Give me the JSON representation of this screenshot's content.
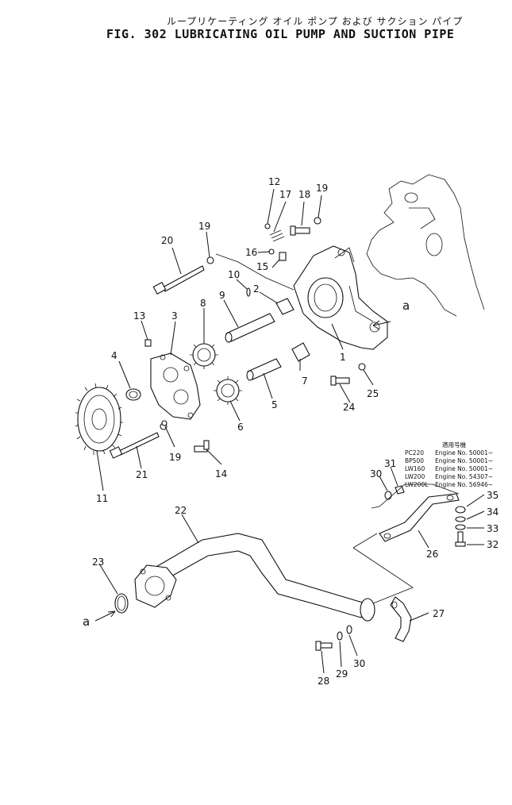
{
  "title_jp": "ループリケーティング オイル ポンプ および サクション パイプ",
  "title_en": "FIG. 302  LUBRICATING OIL PUMP AND SUCTION PIPE",
  "connection_marker": "a",
  "applicability": {
    "header": "適用号機",
    "rows": [
      {
        "model": "PC220",
        "engine": "Engine  No. 50001~"
      },
      {
        "model": "BP500",
        "engine": "Engine  No. 50001~"
      },
      {
        "model": "LW160",
        "engine": "Engine  No. 50001~"
      },
      {
        "model": "LW200",
        "engine": "Engine  No. 54307~"
      },
      {
        "model": "LW200L",
        "engine": "Engine  No. 56946~"
      }
    ]
  },
  "part_numbers": [
    "1",
    "2",
    "3",
    "4",
    "5",
    "6",
    "7",
    "8",
    "9",
    "10",
    "11",
    "12",
    "13",
    "14",
    "15",
    "16",
    "17",
    "18",
    "19",
    "20",
    "21",
    "22",
    "23",
    "24",
    "25",
    "26",
    "27",
    "28",
    "29",
    "30",
    "31",
    "32",
    "33",
    "34",
    "35"
  ],
  "callouts": {
    "n12": "12",
    "n17": "17",
    "n18": "18",
    "n19a": "19",
    "n20": "20",
    "n19b": "19",
    "n16": "16",
    "n15": "15",
    "n10": "10",
    "n2": "2",
    "n9": "9",
    "n8": "8",
    "n13": "13",
    "n3": "3",
    "n4": "4",
    "n1": "1",
    "n7": "7",
    "n5": "5",
    "n24": "24",
    "n25": "25",
    "n6": "6",
    "n19c": "19",
    "n14": "14",
    "n21": "21",
    "n11": "11",
    "n22": "22",
    "n23": "23",
    "n30a": "30",
    "n31": "31",
    "n35": "35",
    "n34": "34",
    "n33": "33",
    "n32": "32",
    "n26": "26",
    "n27": "27",
    "n28": "28",
    "n29": "29",
    "n30b": "30",
    "a1": "a",
    "a2": "a"
  }
}
